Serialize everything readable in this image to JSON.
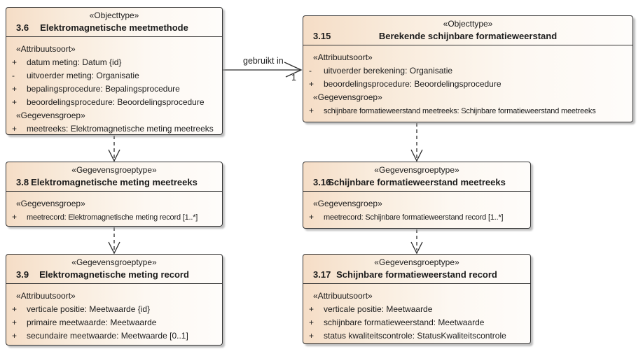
{
  "diagram": {
    "colors": {
      "box_fill_left": "#f5ddc6",
      "box_fill_right": "#fefcfa",
      "box_border": "#333333",
      "shadow": "#969696",
      "text": "#1c1c1c",
      "connector": "#2b2b2b",
      "background": "#ffffff"
    }
  },
  "boxes": {
    "b36": {
      "stereotype": "«Objecttype»",
      "number": "3.6",
      "title": "Elektromagnetische meetmethode",
      "rows": [
        {
          "kind": "section",
          "text": "«Attribuutsoort»"
        },
        {
          "kind": "attr",
          "prefix": "+",
          "text": "datum meting: Datum {id}"
        },
        {
          "kind": "attr",
          "prefix": "-",
          "text": "uitvoerder meting: Organisatie"
        },
        {
          "kind": "attr",
          "prefix": "+",
          "text": "bepalingsprocedure: Bepalingsprocedure"
        },
        {
          "kind": "attr",
          "prefix": "+",
          "text": "beoordelingsprocedure: Beoordelingsprocedure"
        },
        {
          "kind": "section",
          "text": "«Gegevensgroep»"
        },
        {
          "kind": "attr",
          "prefix": "+",
          "text": "meetreeks: Elektromagnetische meting meetreeks"
        }
      ]
    },
    "b315": {
      "stereotype": "«Objecttype»",
      "number": "3.15",
      "title": "Berekende schijnbare formatieweerstand",
      "rows": [
        {
          "kind": "section",
          "text": "«Attribuutsoort»"
        },
        {
          "kind": "attr",
          "prefix": "-",
          "text": "uitvoerder berekening: Organisatie"
        },
        {
          "kind": "attr",
          "prefix": "+",
          "text": "beoordelingsprocedure: Beoordelingsprocedure"
        },
        {
          "kind": "section",
          "text": "«Gegevensgroep»"
        },
        {
          "kind": "attr",
          "prefix": "+",
          "text": "schijnbare formatieweerstand meetreeks: Schijnbare formatieweerstand meetreeks"
        }
      ]
    },
    "b38": {
      "stereotype": "«Gegevensgroeptype»",
      "number": "3.8",
      "title": "Elektromagnetische meting meetreeks",
      "rows": [
        {
          "kind": "section",
          "text": "«Gegevensgroep»"
        },
        {
          "kind": "attr",
          "prefix": "+",
          "text": "meetrecord: Elektromagnetische meting record [1..*]"
        }
      ]
    },
    "b316": {
      "stereotype": "«Gegevensgroeptype»",
      "number": "3.16",
      "title": "Schijnbare formatieweerstand meetreeks",
      "rows": [
        {
          "kind": "section",
          "text": "«Gegevensgroep»"
        },
        {
          "kind": "attr",
          "prefix": "+",
          "text": "meetrecord: Schijnbare formatieweerstand record [1..*]"
        }
      ]
    },
    "b39": {
      "stereotype": "«Gegevensgroeptype»",
      "number": "3.9",
      "title": "Elektromagnetische meting record",
      "rows": [
        {
          "kind": "section",
          "text": "«Attribuutsoort»"
        },
        {
          "kind": "attr",
          "prefix": "+",
          "text": "verticale positie: Meetwaarde {id}"
        },
        {
          "kind": "attr",
          "prefix": "+",
          "text": "primaire meetwaarde: Meetwaarde"
        },
        {
          "kind": "attr",
          "prefix": "+",
          "text": "secundaire meetwaarde: Meetwaarde [0..1]"
        }
      ]
    },
    "b317": {
      "stereotype": "«Gegevensgroeptype»",
      "number": "3.17",
      "title": "Schijnbare formatieweerstand record",
      "rows": [
        {
          "kind": "section",
          "text": "«Attribuutsoort»"
        },
        {
          "kind": "attr",
          "prefix": "+",
          "text": "verticale positie: Meetwaarde"
        },
        {
          "kind": "attr",
          "prefix": "+",
          "text": "schijnbare formatieweerstand: Meetwaarde"
        },
        {
          "kind": "attr",
          "prefix": "+",
          "text": "status kwaliteitscontrole: StatusKwaliteitscontrole"
        }
      ]
    }
  },
  "connectors": {
    "gebruikt_in": {
      "label": "gebruikt in",
      "multiplicity": "1"
    }
  }
}
